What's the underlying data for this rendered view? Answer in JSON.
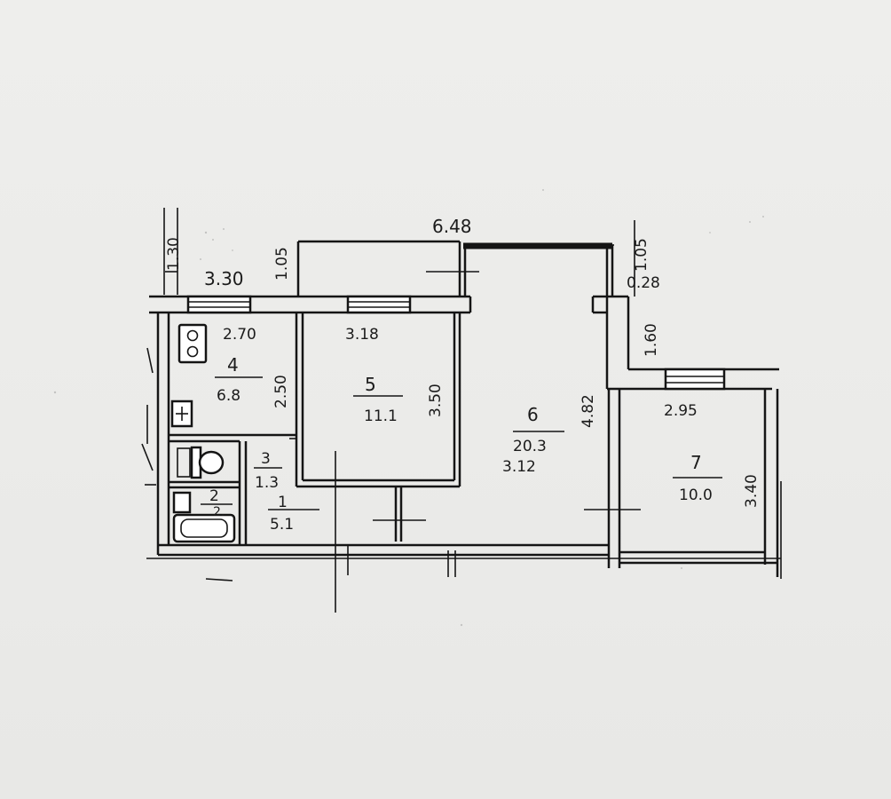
{
  "plan": {
    "overall_dimension": "6.48",
    "dimensions": {
      "d_130": "1.30",
      "d_105_left": "1.05",
      "d_330": "3.30",
      "d_105_right": "1.05",
      "d_028": "0.28",
      "d_160": "1.60",
      "d_270": "2.70",
      "d_250": "2.50",
      "d_318": "3.18",
      "d_350": "3.50",
      "d_482": "4.82",
      "d_312": "3.12",
      "d_295": "2.95",
      "d_340": "3.40"
    },
    "rooms": [
      {
        "number": "4",
        "area": "6.8"
      },
      {
        "number": "5",
        "area": "11.1"
      },
      {
        "number": "6",
        "area": "20.3"
      },
      {
        "number": "7",
        "area": "10.0"
      },
      {
        "number": "3",
        "area": "1.3"
      },
      {
        "number": "1",
        "area": "5.1"
      },
      {
        "number": "2",
        "area": "2."
      }
    ]
  }
}
